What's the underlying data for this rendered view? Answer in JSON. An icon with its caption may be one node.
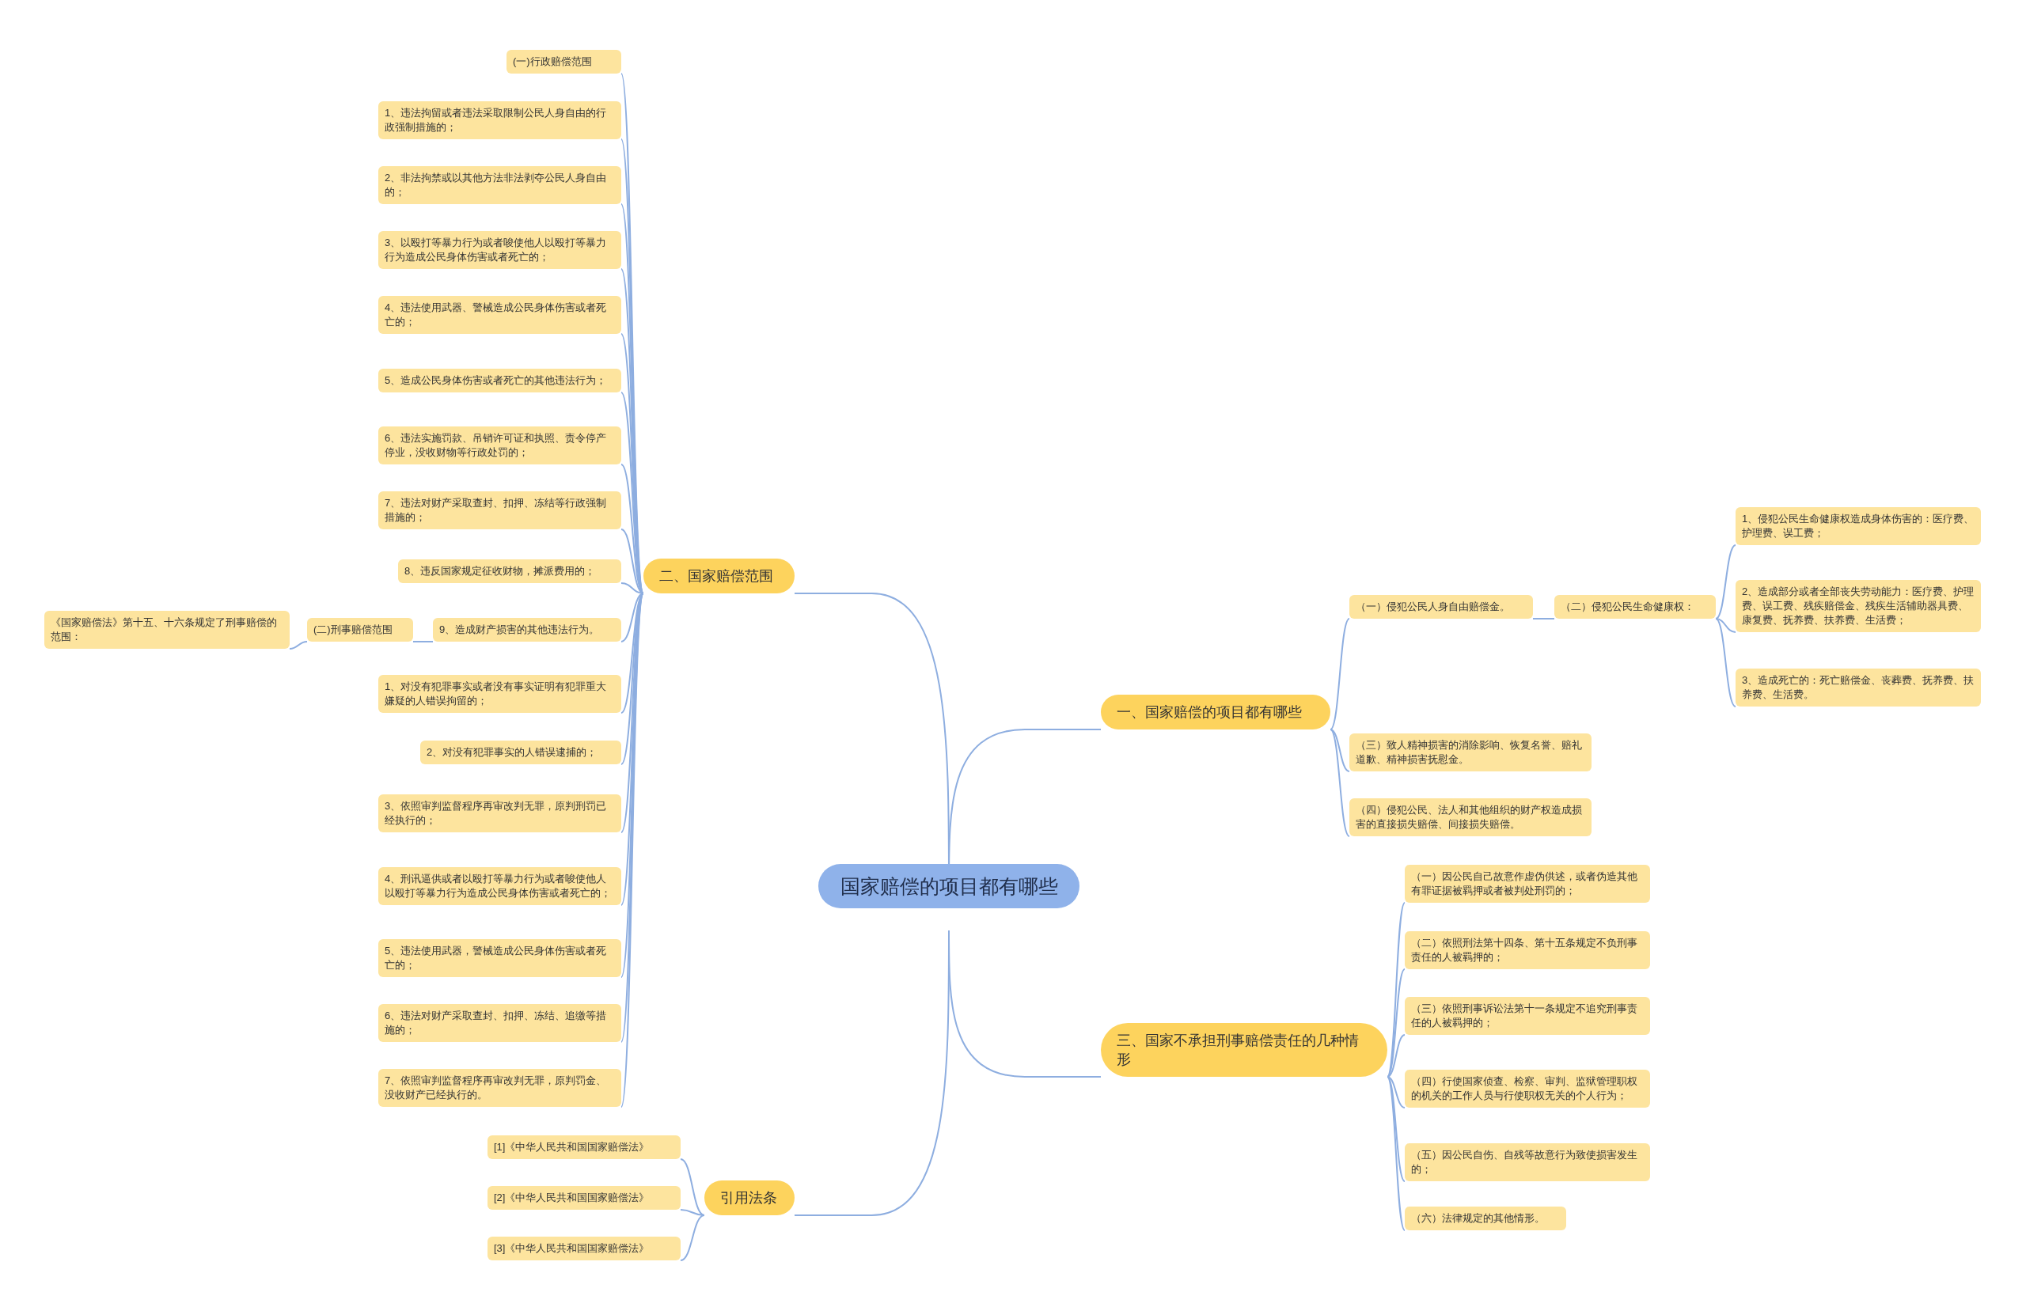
{
  "diagram": {
    "nodes": [
      {
        "text": [
          "国家赔偿的项目都有哪些"
        ]
      },
      {
        "text": [
          "一、国家赔偿的项目都有哪些"
        ]
      },
      {
        "text": [
          "（一）侵犯公民人身自由赔偿金。"
        ]
      },
      {
        "text": [
          "（二）侵犯公民生命健康权："
        ]
      },
      {
        "text": [
          "1、侵犯公民生命健康权造成身体伤害的：医疗费、护理费、误工费；"
        ]
      },
      {
        "text": [
          "2、造成部分或者全部丧失劳动能力：医疗费、护理费、误工费、残疾赔偿金、残疾生活辅助器具费、康复费、抚养费、扶养费、生活费；"
        ]
      },
      {
        "text": [
          "3、造成死亡的：死亡赔偿金、丧葬费、抚养费、扶养费、生活费。"
        ]
      },
      {
        "text": [
          "（三）致人精神损害的消除影响、恢复名誉、赔礼道歉、精神损害抚慰金。"
        ]
      },
      {
        "text": [
          "（四）侵犯公民、法人和其他组织的财产权造成损害的直接损失赔偿、间接损失赔偿。"
        ]
      },
      {
        "text": [
          "三、国家不承担刑事赔偿责任的几种情形"
        ]
      },
      {
        "text": [
          "（一）因公民自己故意作虚伪供述，或者伪造其他有罪证据被羁押或者被判处刑罚的；"
        ]
      },
      {
        "text": [
          "（二）依照刑法第十四条、第十五条规定不负刑事责任的人被羁押的；"
        ]
      },
      {
        "text": [
          "（三）依照刑事诉讼法第十一条规定不追究刑事责任的人被羁押的；"
        ]
      },
      {
        "text": [
          "（四）行使国家侦查、检察、审判、监狱管理职权的机关的工作人员与行使职权无关的个人行为；"
        ]
      },
      {
        "text": [
          "（五）因公民自伤、自残等故意行为致使损害发生的；"
        ]
      },
      {
        "text": [
          "（六）法律规定的其他情形。"
        ]
      },
      {
        "text": [
          "二、国家赔偿范围"
        ]
      },
      {
        "text": [
          "(一)行政赔偿范围"
        ]
      },
      {
        "text": [
          "1、违法拘留或者违法采取限制公民人身自由的行政强制措施的；"
        ]
      },
      {
        "text": [
          "2、非法拘禁或以其他方法非法剥夺公民人身自由的；"
        ]
      },
      {
        "text": [
          "3、以殴打等暴力行为或者唆使他人以殴打等暴力行为造成公民身体伤害或者死亡的；"
        ]
      },
      {
        "text": [
          "4、违法使用武器、警械造成公民身体伤害或者死亡的；"
        ]
      },
      {
        "text": [
          "5、造成公民身体伤害或者死亡的其他违法行为；"
        ]
      },
      {
        "text": [
          "6、违法实施罚款、吊销许可证和执照、责令停产停业，没收财物等行政处罚的；"
        ]
      },
      {
        "text": [
          "7、违法对财产采取查封、扣押、冻结等行政强制措施的；"
        ]
      },
      {
        "text": [
          "8、违反国家规定征收财物，摊派费用的；"
        ]
      },
      {
        "text": [
          "9、造成财产损害的其他违法行为。"
        ]
      },
      {
        "text": [
          "(二)刑事赔偿范围"
        ]
      },
      {
        "text": [
          "《国家赔偿法》第十五、十六条规定了刑事赔偿的范围："
        ]
      },
      {
        "text": [
          "1、对没有犯罪事实或者没有事实证明有犯罪重大嫌疑的人错误拘留的；"
        ]
      },
      {
        "text": [
          "2、对没有犯罪事实的人错误逮捕的；"
        ]
      },
      {
        "text": [
          "3、依照审判监督程序再审改判无罪，原判刑罚已经执行的；"
        ]
      },
      {
        "text": [
          "4、刑讯逼供或者以殴打等暴力行为或者唆使他人以殴打等暴力行为造成公民身体伤害或者死亡的；"
        ]
      },
      {
        "text": [
          "5、违法使用武器，警械造成公民身体伤害或者死亡的；"
        ]
      },
      {
        "text": [
          "6、违法对财产采取查封、扣押、冻结、追缴等措施的；"
        ]
      },
      {
        "text": [
          "7、依照审判监督程序再审改判无罪，原判罚金、没收财产已经执行的。"
        ]
      },
      {
        "text": [
          "引用法条"
        ]
      },
      {
        "text": [
          "[1]《中华人民共和国国家赔偿法》"
        ]
      },
      {
        "text": [
          "[2]《中华人民共和国国家赔偿法》"
        ]
      },
      {
        "text": [
          "[3]《中华人民共和国国家赔偿法》"
        ]
      }
    ],
    "edges": [
      {
        "from": 0,
        "to": 1,
        "arrow": "none"
      },
      {
        "from": 1,
        "to": 2,
        "arrow": "none"
      },
      {
        "from": 2,
        "to": 3,
        "arrow": "none"
      },
      {
        "from": 3,
        "to": 4,
        "arrow": "none"
      },
      {
        "from": 3,
        "to": 5,
        "arrow": "none"
      },
      {
        "from": 3,
        "to": 6,
        "arrow": "none"
      },
      {
        "from": 1,
        "to": 7,
        "arrow": "none"
      },
      {
        "from": 1,
        "to": 8,
        "arrow": "none"
      },
      {
        "from": 0,
        "to": 9,
        "arrow": "none"
      },
      {
        "from": 9,
        "to": 10,
        "arrow": "none"
      },
      {
        "from": 9,
        "to": 11,
        "arrow": "none"
      },
      {
        "from": 9,
        "to": 12,
        "arrow": "none"
      },
      {
        "from": 9,
        "to": 13,
        "arrow": "none"
      },
      {
        "from": 9,
        "to": 14,
        "arrow": "none"
      },
      {
        "from": 9,
        "to": 15,
        "arrow": "none"
      },
      {
        "from": 0,
        "to": 16,
        "arrow": "none"
      },
      {
        "from": 16,
        "to": 17,
        "arrow": "none"
      },
      {
        "from": 16,
        "to": 18,
        "arrow": "none"
      },
      {
        "from": 16,
        "to": 19,
        "arrow": "none"
      },
      {
        "from": 16,
        "to": 20,
        "arrow": "none"
      },
      {
        "from": 16,
        "to": 21,
        "arrow": "none"
      },
      {
        "from": 16,
        "to": 22,
        "arrow": "none"
      },
      {
        "from": 16,
        "to": 23,
        "arrow": "none"
      },
      {
        "from": 16,
        "to": 24,
        "arrow": "none"
      },
      {
        "from": 16,
        "to": 25,
        "arrow": "none"
      },
      {
        "from": 16,
        "to": 26,
        "arrow": "none"
      },
      {
        "from": 26,
        "to": 27,
        "arrow": "none"
      },
      {
        "from": 27,
        "to": 28,
        "arrow": "none"
      },
      {
        "from": 16,
        "to": 29,
        "arrow": "none"
      },
      {
        "from": 16,
        "to": 30,
        "arrow": "none"
      },
      {
        "from": 16,
        "to": 31,
        "arrow": "none"
      },
      {
        "from": 16,
        "to": 32,
        "arrow": "none"
      },
      {
        "from": 16,
        "to": 33,
        "arrow": "none"
      },
      {
        "from": 16,
        "to": 34,
        "arrow": "none"
      },
      {
        "from": 16,
        "to": 35,
        "arrow": "none"
      },
      {
        "from": 0,
        "to": 36,
        "arrow": "none"
      },
      {
        "from": 36,
        "to": 37,
        "arrow": "none"
      },
      {
        "from": 36,
        "to": 38,
        "arrow": "none"
      },
      {
        "from": 36,
        "to": 39,
        "arrow": "none"
      }
    ]
  }
}
